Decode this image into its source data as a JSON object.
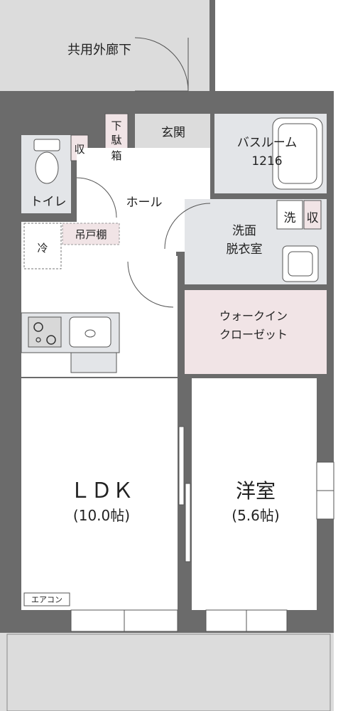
{
  "labels": {
    "corridor": "共用外廊下",
    "shoe_box_1": "下",
    "shoe_box_2": "駄",
    "shoe_box_3": "箱",
    "entrance": "玄関",
    "bathroom_1": "バスルーム",
    "bathroom_2": "1216",
    "toilet_storage": "収",
    "toilet": "トイレ",
    "hall": "ホール",
    "washer": "洗",
    "wash_storage": "収",
    "washroom_1": "洗面",
    "washroom_2": "脱衣室",
    "fridge": "冷",
    "hanging_shelf": "吊戸棚",
    "wic_1": "ウォークイン",
    "wic_2": "クローゼット",
    "ldk_name": "ＬＤＫ",
    "ldk_size": "(10.0帖)",
    "western_name": "洋室",
    "western_size": "(5.6帖)",
    "aircon": "エアコン"
  },
  "colors": {
    "wall": "#6b6b6b",
    "wet_area": "#e3e5e8",
    "entrance_floor": "#dcdcdc",
    "storage": "#f1e4e6",
    "exterior": "#dcdcdc",
    "line": "#555555"
  }
}
